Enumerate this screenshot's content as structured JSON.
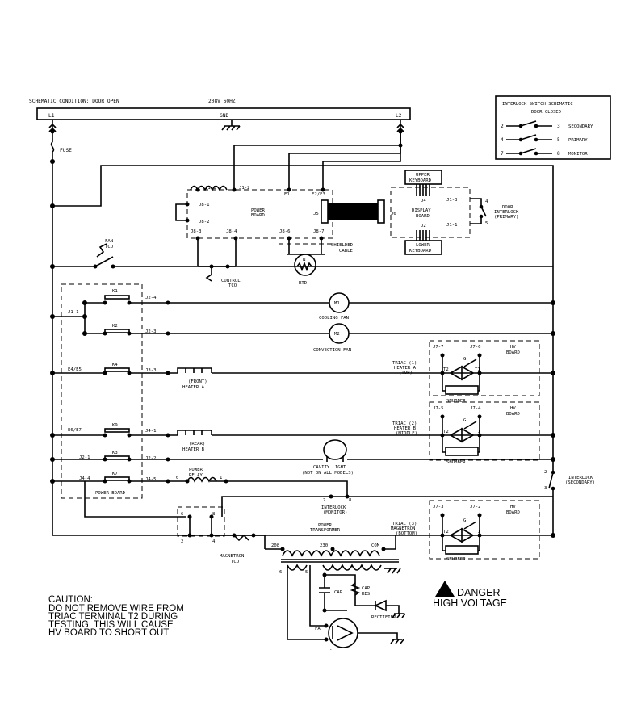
{
  "header": {
    "condition": "SCHEMATIC CONDITION: DOOR OPEN",
    "supply": "208V 60HZ",
    "l1": "L1",
    "gnd": "GND",
    "l2": "L2",
    "fuse": "FUSE"
  },
  "interlock_box": {
    "title": "INTERLOCK SWITCH SCHEMATIC",
    "subtitle": "DOOR CLOSED",
    "rows": [
      {
        "a": "2",
        "b": "3",
        "name": "SECONDARY"
      },
      {
        "a": "4",
        "b": "5",
        "name": "PRIMARY"
      },
      {
        "a": "7",
        "b": "8",
        "name": "MONITOR"
      }
    ]
  },
  "power_board": {
    "label_line1": "POWER",
    "label_line2": "BOARD",
    "j1_1": "J1-1",
    "j1_2": "J1-2",
    "e1": "E1",
    "e2e3": "E2/E3",
    "j8_1": "J8-1",
    "j8_2": "J8-2",
    "j8_3": "J8-3",
    "j8_4": "J8-4",
    "j8_6": "J8-6",
    "j8_7": "J8-7",
    "j5": "J5",
    "shielded_1": "SHIELDED",
    "shielded_2": "CABLE",
    "control_tco_1": "CONTROL",
    "control_tco_2": "TCO",
    "rtd": "RTD",
    "omega": "Ω"
  },
  "display_board": {
    "j6": "J6",
    "upper_1": "UPPER",
    "upper_2": "KEYBOARD",
    "j4": "J4",
    "display_1": "DISPLAY",
    "display_2": "BOARD",
    "j2": "J2",
    "lower_1": "LOWER",
    "lower_2": "KEYBOARD",
    "j1_3": "J1-3",
    "j1_1": "J1-1",
    "sw4": "4",
    "sw5": "5",
    "door_1": "DOOR",
    "door_2": "INTERLOCK",
    "door_3": "(PRIMARY)"
  },
  "loads": {
    "fan_tco_1": "FAN",
    "fan_tco_2": "TCO",
    "j1_1": "J1-1",
    "k1": "K1",
    "k2": "K2",
    "k4": "K4",
    "k9": "K9",
    "k3": "K3",
    "k7": "K7",
    "j2_4": "J2-4",
    "j2_3": "J2-3",
    "j3_3": "J3-3",
    "j4_1": "J4-1",
    "j2_2": "J2-2",
    "j4_5": "J4-5",
    "e4e5": "E4/E5",
    "e6e7": "E6/E7",
    "j2_1": "J2-1",
    "j4_4": "J4-4",
    "lower_power_board": "POWER BOARD",
    "m1": "M1",
    "cooling_fan": "COOLING FAN",
    "m2": "M2",
    "convection_fan": "CONVECTION FAN",
    "heater_a_1": "(FRONT)",
    "heater_a_2": "HEATER A",
    "heater_b_1": "(REAR)",
    "heater_b_2": "HEATER B",
    "cavity_1": "CAVITY LIGHT",
    "cavity_2": "(NOT ON ALL MODELS)",
    "relay_1": "POWER",
    "relay_2": "RELAY",
    "relay_0": "0",
    "relay_1pin": "1"
  },
  "hv": {
    "triac1_1": "TRIAC (1)",
    "triac1_2": "HEATER A",
    "triac1_3": "(TOP)",
    "triac2_1": "TRIAC (2)",
    "triac2_2": "HEATER B",
    "triac2_3": "(MIDDLE)",
    "triac3_1": "TRIAC (3)",
    "triac3_2": "MAGNETRON",
    "triac3_3": "(BOTTOM)",
    "j7_7": "J7-7",
    "j7_6": "J7-6",
    "j7_5": "J7-5",
    "j7_4": "J7-4",
    "j7_3": "J7-3",
    "j7_2": "J7-2",
    "hv_1": "HV",
    "hv_2": "BOARD",
    "t2": "T2",
    "t1": "T1",
    "g": "G",
    "snubber": "SNUBBER"
  },
  "bottom": {
    "interlock_sec_1": "INTERLOCK",
    "interlock_sec_2": "(SECONDARY)",
    "sec_2": "2",
    "sec_3": "3",
    "interlock_mon_1": "INTERLOCK",
    "interlock_mon_2": "(MONITOR)",
    "mon_7": "7",
    "mon_8": "8",
    "pin6": "6",
    "pin8": "8",
    "pin2": "2",
    "pin4": "4",
    "mag_tco_1": "MAGNETRON",
    "mag_tco_2": "TCO",
    "xf_1": "POWER",
    "xf_2": "TRANSFORMER",
    "tap208": "208",
    "tap230": "230",
    "com": "COM",
    "pin_6": "6",
    "pin_5": "5",
    "cap": "CAP",
    "cap_res_1": "CAP",
    "cap_res_2": "RES",
    "rectifier": "RECTIFIER",
    "fa": "FA",
    "minus": "-"
  },
  "caution": {
    "title": "CAUTION:",
    "line1": "DO NOT REMOVE WIRE FROM",
    "line2": "TRIAC TERMINAL T2 DURING",
    "line3": "TESTING. THIS WILL CAUSE",
    "line4": "HV BOARD TO SHORT OUT"
  },
  "danger": {
    "line1": "DANGER",
    "line2": "HIGH VOLTAGE"
  }
}
